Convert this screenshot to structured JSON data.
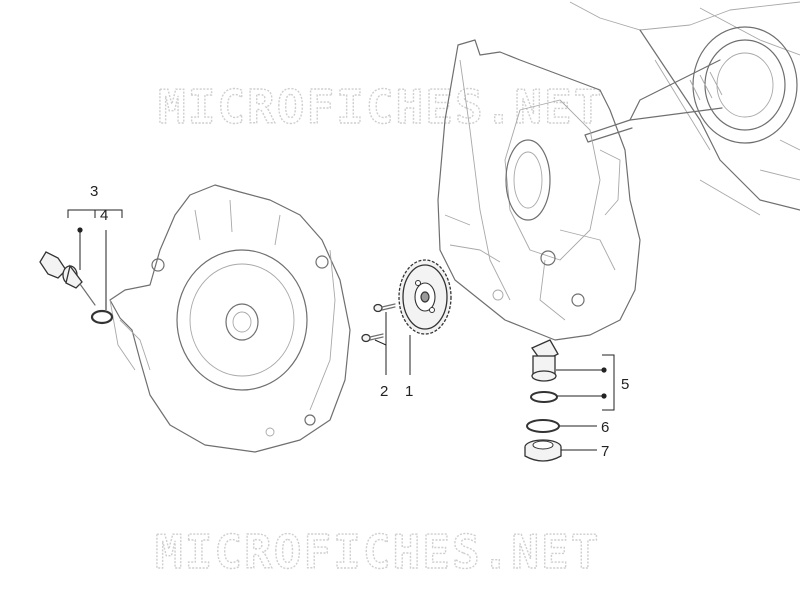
{
  "watermark": {
    "top_text": "MICROFICHES.NET",
    "bottom_text": "MICROFICHES.NET"
  },
  "callouts": [
    {
      "id": "1",
      "label": "1"
    },
    {
      "id": "2",
      "label": "2"
    },
    {
      "id": "3",
      "label": "3"
    },
    {
      "id": "4",
      "label": "4"
    },
    {
      "id": "5",
      "label": "5"
    },
    {
      "id": "6",
      "label": "6"
    },
    {
      "id": "7",
      "label": "7"
    }
  ]
}
